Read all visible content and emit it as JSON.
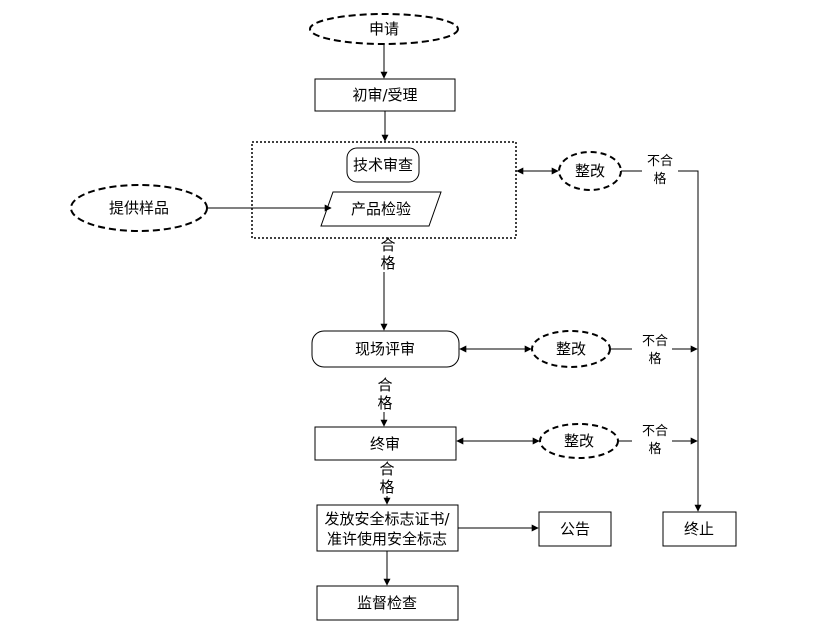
{
  "nodes": {
    "apply": "申请",
    "initial_review": "初审/受理",
    "tech_review": "技术审查",
    "product_test": "产品检验",
    "provide_samples": "提供样品",
    "rectify_1": "整改",
    "onsite_review": "现场评审",
    "rectify_2": "整改",
    "final_review": "终审",
    "rectify_3": "整改",
    "issue_cert_line1": "发放安全标志证书/",
    "issue_cert_line2": "准许使用安全标志",
    "announce": "公告",
    "terminate": "终止",
    "supervision": "监督检查"
  },
  "labels": {
    "pass_char1": "合",
    "pass_char2": "格",
    "fail_line1": "不合",
    "fail_line2": "格"
  },
  "colors": {
    "stroke": "#000000",
    "background": "#ffffff"
  }
}
